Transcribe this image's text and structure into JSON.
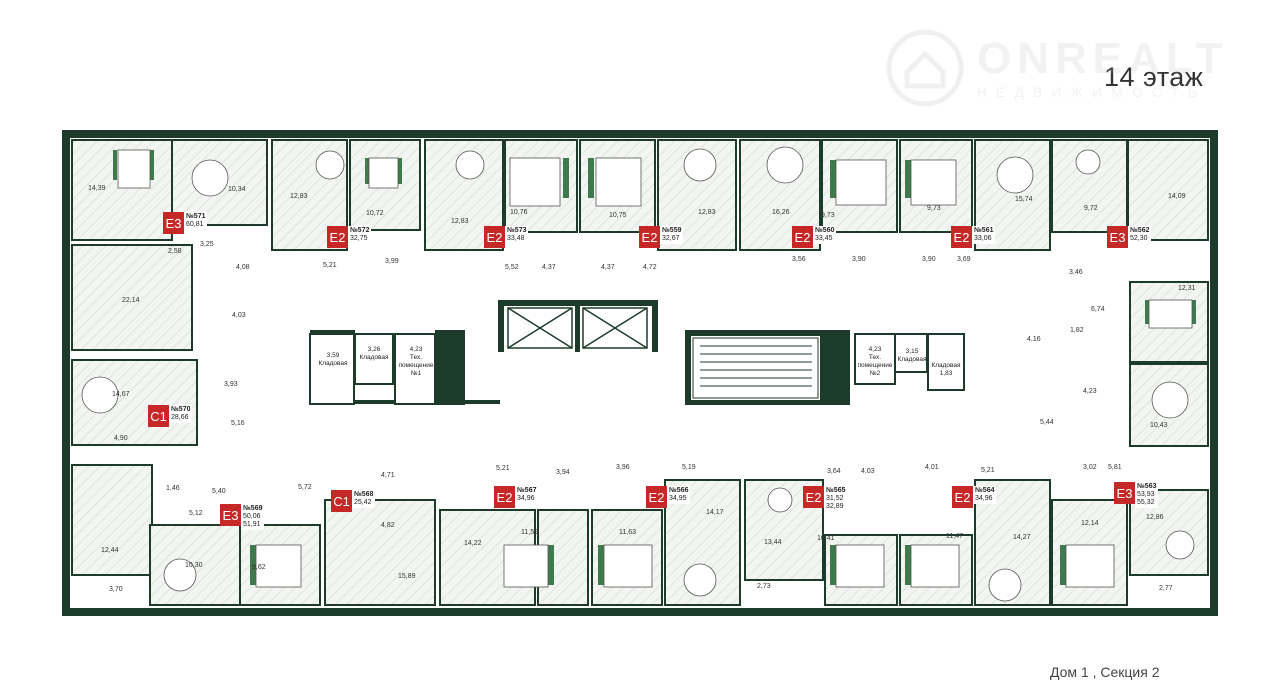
{
  "floor_title": "14 этаж",
  "watermark": {
    "name": "ONREALT",
    "sub": "НЕДВИЖИМОСТЬ"
  },
  "footer_note": "Дом 1 , Секция 2",
  "colors": {
    "wall": "#1d3b2a",
    "room": "#eef2ec",
    "furniture": "#3f7a4c",
    "badge": "#c62828"
  },
  "apartments": [
    {
      "id": "571",
      "type": "E3",
      "num": "№571",
      "areas": [
        "60,81"
      ]
    },
    {
      "id": "572",
      "type": "E2",
      "num": "№572",
      "areas": [
        "32,75"
      ]
    },
    {
      "id": "573",
      "type": "E2",
      "num": "№573",
      "areas": [
        "33,48"
      ]
    },
    {
      "id": "559",
      "type": "E2",
      "num": "№559",
      "areas": [
        "32,67"
      ]
    },
    {
      "id": "560",
      "type": "E2",
      "num": "№560",
      "areas": [
        "33,45"
      ]
    },
    {
      "id": "561",
      "type": "E2",
      "num": "№561",
      "areas": [
        "33,06"
      ]
    },
    {
      "id": "562",
      "type": "E3",
      "num": "№562",
      "areas": [
        "52,30"
      ]
    },
    {
      "id": "570",
      "type": "C1",
      "num": "№570",
      "areas": [
        "28,66"
      ]
    },
    {
      "id": "569",
      "type": "E3",
      "num": "№569",
      "areas": [
        "50,06",
        "51,91"
      ]
    },
    {
      "id": "568",
      "type": "C1",
      "num": "№568",
      "areas": [
        "25,42"
      ]
    },
    {
      "id": "567",
      "type": "E2",
      "num": "№567",
      "areas": [
        "34,96"
      ]
    },
    {
      "id": "566",
      "type": "E2",
      "num": "№566",
      "areas": [
        "34,95"
      ]
    },
    {
      "id": "565",
      "type": "E2",
      "num": "№565",
      "areas": [
        "31,52",
        "32,89"
      ]
    },
    {
      "id": "564",
      "type": "E2",
      "num": "№564",
      "areas": [
        "34,96"
      ]
    },
    {
      "id": "563",
      "type": "E3",
      "num": "№563",
      "areas": [
        "53,93",
        "55,32"
      ]
    }
  ],
  "room_areas": [
    "14,39",
    "10,34",
    "3,25",
    "2,58",
    "4,08",
    "22,14",
    "4,03",
    "12,83",
    "10,72",
    "5,21",
    "3,99",
    "12,83",
    "10,76",
    "5,52",
    "4,37",
    "4,37",
    "10,75",
    "12,83",
    "4,72",
    "16,26",
    "9,73",
    "3,56",
    "3,90",
    "3,90",
    "9,73",
    "15,74",
    "3,69",
    "9,72",
    "14,09",
    "3,46",
    "6,74",
    "12,31",
    "4,16",
    "1,82",
    "4,23",
    "10,43",
    "5,44",
    "14,67",
    "3,93",
    "5,16",
    "4,90",
    "1,46",
    "5,40",
    "5,12",
    "12,44",
    "10,30",
    "9,62",
    "3,70",
    "5,72",
    "4,71",
    "4,82",
    "15,89",
    "5,21",
    "3,94",
    "14,22",
    "11,59",
    "3,96",
    "5,19",
    "11,63",
    "14,17",
    "3,64",
    "4,03",
    "13,44",
    "2,73",
    "10,41",
    "4,01",
    "5,21",
    "11,47",
    "14,27",
    "3,02",
    "5,81",
    "12,14",
    "12,86",
    "2,77"
  ],
  "service_rooms": [
    {
      "area": "3,59",
      "label": "Кладовая"
    },
    {
      "area": "3,26",
      "label": "Кладовая"
    },
    {
      "area": "4,23",
      "label": "Тех. помещение №1"
    },
    {
      "area": "4,23",
      "label": "Тех. помещение №2"
    },
    {
      "area": "3,15",
      "label": "Кладовая"
    },
    {
      "area": "1,83",
      "label": "Кладовая"
    }
  ]
}
